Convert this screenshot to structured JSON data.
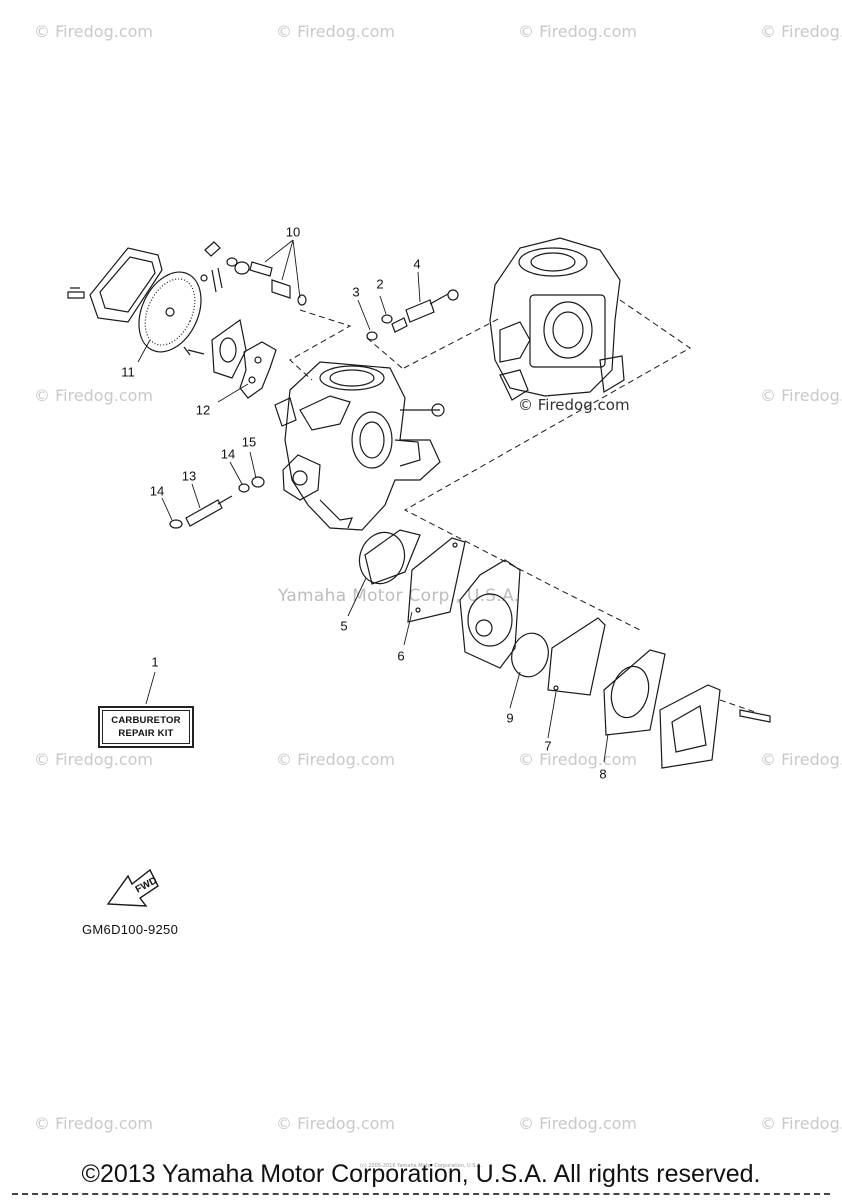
{
  "watermarks": {
    "site_text": "© Firedog.com",
    "center_text": "Yamaha Motor Corp., U.S.A.",
    "dark_text": "© Firedog.com"
  },
  "callouts": [
    "1",
    "2",
    "3",
    "4",
    "5",
    "6",
    "7",
    "8",
    "9",
    "10",
    "11",
    "12",
    "13",
    "14",
    "14",
    "15"
  ],
  "repair_kit": {
    "line1": "CARBURETOR",
    "line2": "REPAIR KIT"
  },
  "fwd_label": "FWD",
  "part_code": "GM6D100-9250",
  "footer": {
    "copyright": "©2013 Yamaha Motor Corporation, U.S.A. All rights reserved.",
    "small_print": "(c) 2005-2016 Yamaha Motor Corporation, U.S.A."
  }
}
